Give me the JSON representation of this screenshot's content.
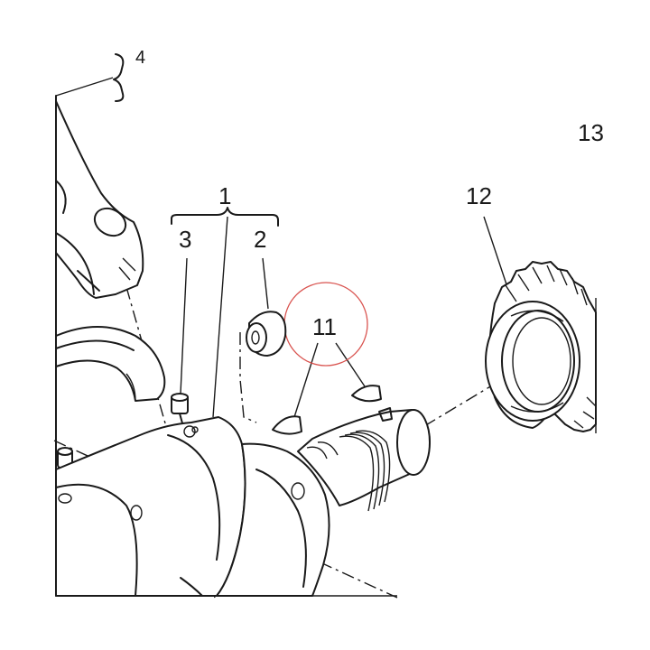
{
  "callouts": {
    "c1": "1",
    "c2": "2",
    "c3": "3",
    "c4": "4",
    "c11": "11",
    "c12": "12",
    "c13": "13"
  },
  "colors": {
    "line": "#1a1a1a",
    "background": "#ffffff",
    "highlight_circle": "#d9534f"
  },
  "icons": {
    "highlight": "highlight-circle-icon"
  }
}
